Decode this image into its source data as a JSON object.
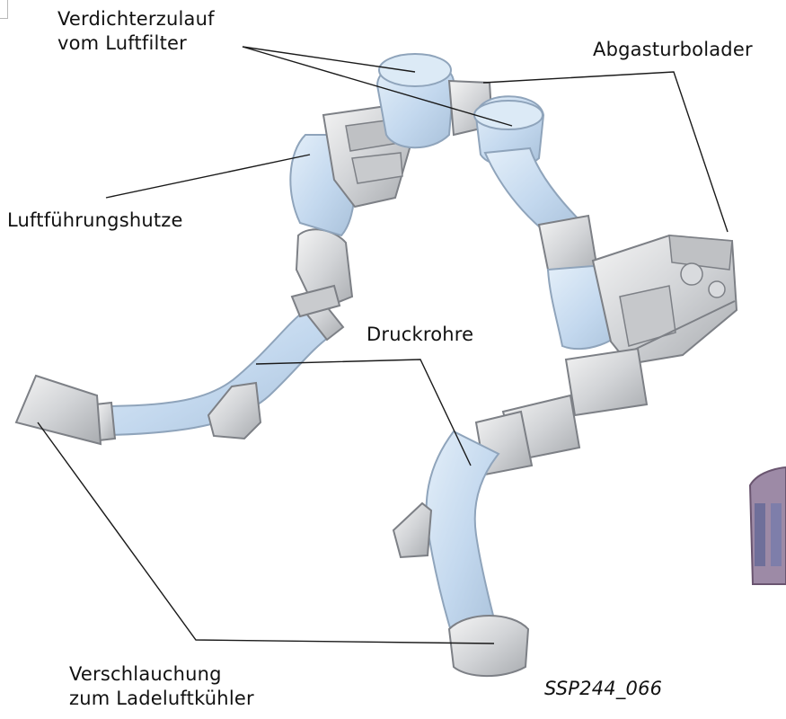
{
  "labels": {
    "compressor_inlet_line1": "Verdichterzulauf",
    "compressor_inlet_line2": "vom Luftfilter",
    "turbocharger": "Abgasturbolader",
    "air_duct": "Luftführungshutze",
    "pressure_pipes": "Druckrohre",
    "hose_line1": "Verschlauchung",
    "hose_line2": "zum Ladeluftkühler",
    "reference": "SSP244_066"
  },
  "colors": {
    "pipe_fill": "#c9ddf1",
    "pipe_stroke": "#8fa4bb",
    "metal_fill": "#d4d6d9",
    "metal_stroke": "#7d8086",
    "leader": "#1a1a1a"
  }
}
